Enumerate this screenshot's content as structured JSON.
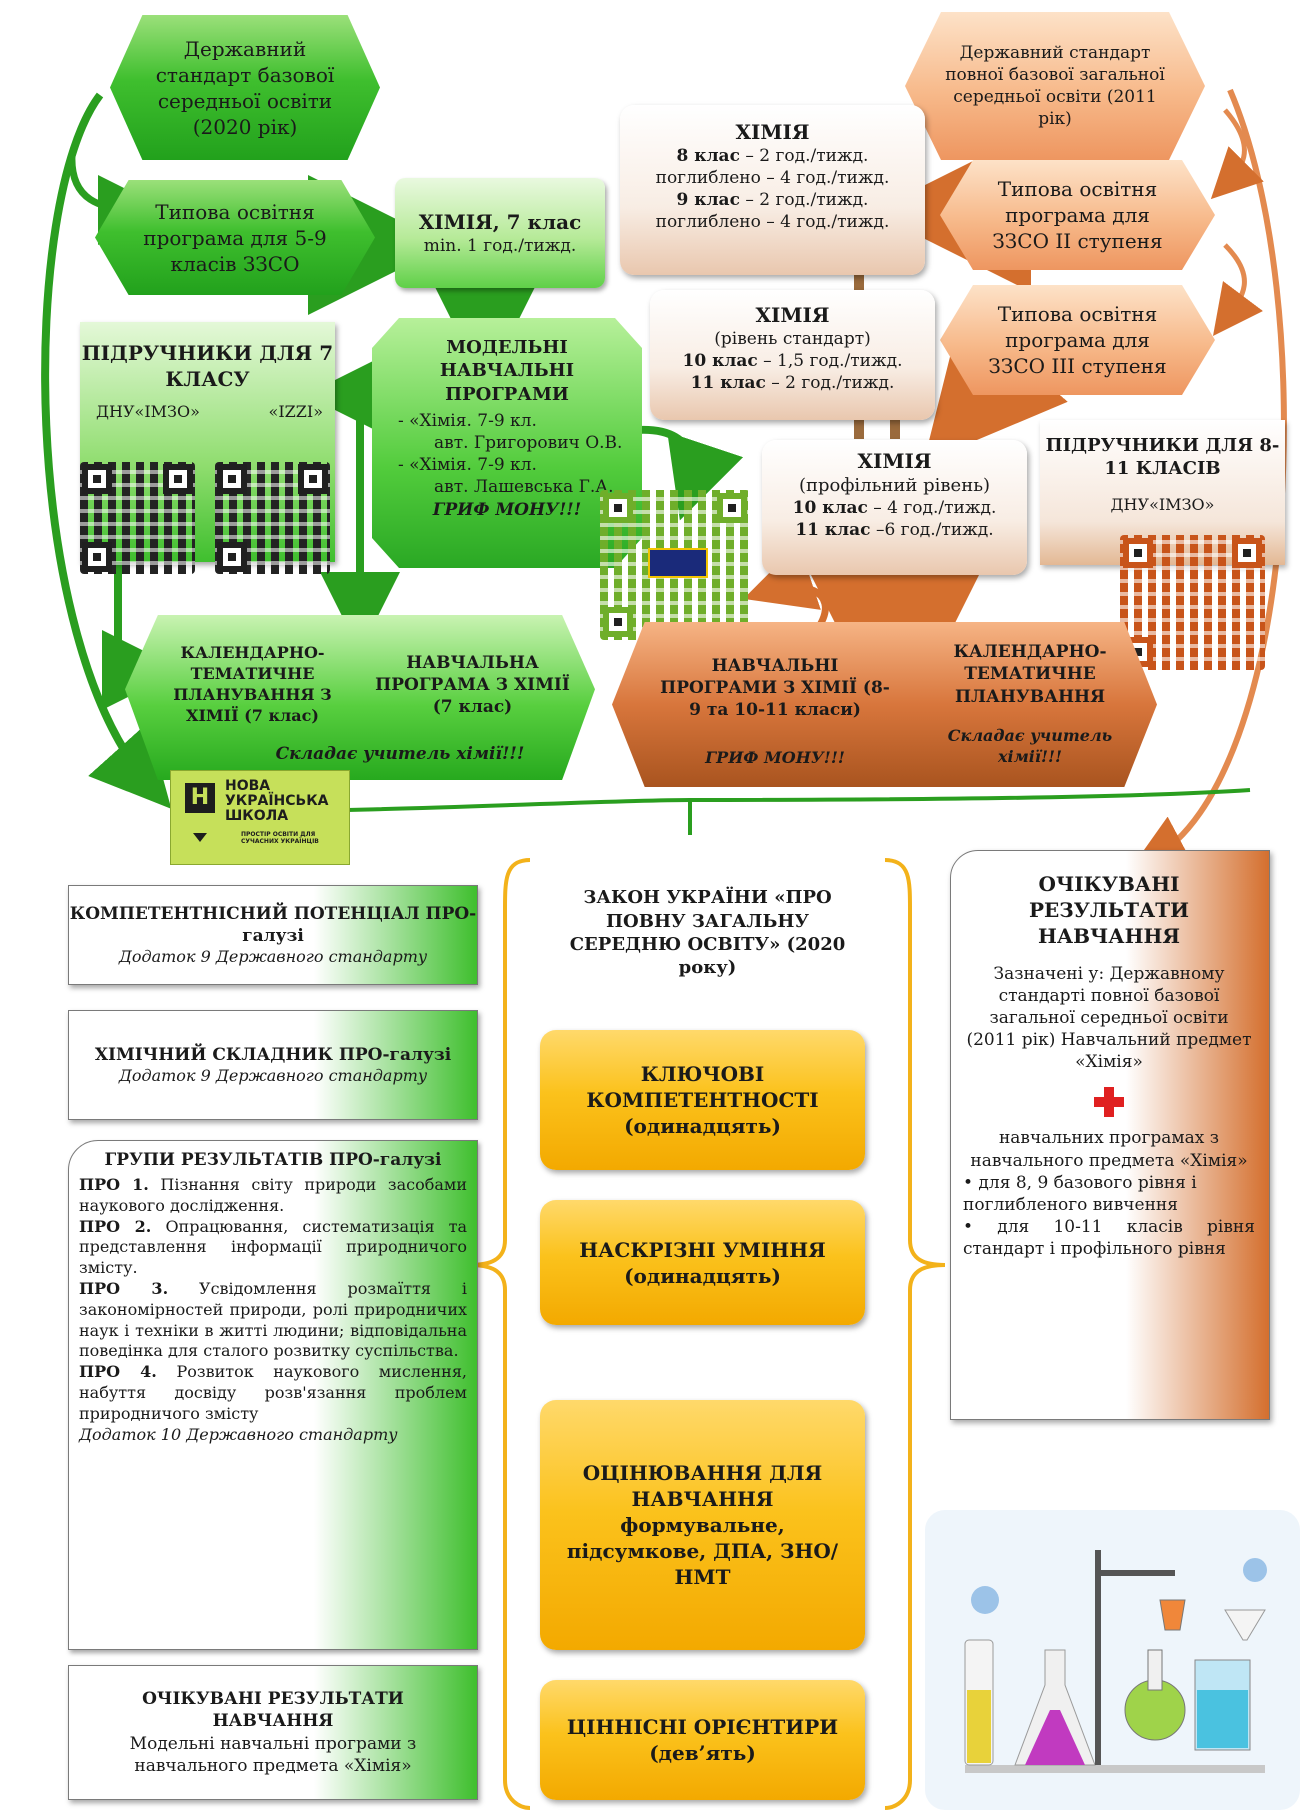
{
  "std_basic": "Державний стандарт базової середньої освіти (2020 рік)",
  "std_full": "Державний стандарт повної базової загальної середньої освіти (2011 рік)",
  "typ_5_9": "Типова освітня програма для 5-9 класів ЗЗСО",
  "typ_ii": "Типова освітня програма для ЗЗСО ІІ ступеня",
  "typ_iii": "Типова освітня програма для ЗЗСО ІІІ ступеня",
  "chem7": {
    "title": "ХІМІЯ, 7 клас",
    "hours": "min. 1 год./тижд."
  },
  "chem89": {
    "title": "ХІМІЯ",
    "lines": [
      {
        "b": "8 клас",
        "t": " – 2 год./тижд."
      },
      {
        "b": "",
        "t": "поглиблено – 4 год./тижд."
      },
      {
        "b": "9 клас",
        "t": " – 2 год./тижд."
      },
      {
        "b": "",
        "t": "поглиблено – 4 год./тижд."
      }
    ]
  },
  "chem_std": {
    "title": "ХІМІЯ",
    "level": "(рівень стандарт)",
    "lines": [
      {
        "b": "10 клас",
        "t": " – 1,5 год./тижд."
      },
      {
        "b": "11 клас",
        "t": " – 2 год./тижд."
      }
    ]
  },
  "chem_prof": {
    "title": "ХІМІЯ",
    "level": "(профільний рівень)",
    "lines": [
      {
        "b": "10 клас",
        "t": " – 4 год./тижд."
      },
      {
        "b": "11 клас",
        "t": " –6 год./тижд."
      }
    ]
  },
  "model": {
    "title": "МОДЕЛЬНІ НАВЧАЛЬНІ ПРОГРАМИ",
    "item1a": "- «Хімія. 7-9 кл.",
    "item1b": "авт. Григорович О.В.",
    "item2a": "- «Хімія. 7-9 кл.",
    "item2b": "авт. Лашевська Г.А.",
    "grif": "ГРИФ МОНУ!!!"
  },
  "books7": {
    "title": "ПІДРУЧНИКИ ДЛЯ 7 КЛАСУ",
    "pub1": "ДНУ«ІМЗО»",
    "pub2": "«IZZI»"
  },
  "books811": {
    "title": "ПІДРУЧНИКИ ДЛЯ 8-11 КЛАСІВ",
    "pub": "ДНУ«ІМЗО»"
  },
  "green_hex": {
    "ktp": "КАЛЕНДАРНО-ТЕМАТИЧНЕ ПЛАНУВАННЯ З ХІМІЇ (7 клас)",
    "prog": "НАВЧАЛЬНА ПРОГРАМА З ХІМІЇ (7 клас)",
    "teacher": "Складає учитель хімії!!!"
  },
  "orange_hex": {
    "prog": "НАВЧАЛЬНІ ПРОГРАМИ З ХІМІЇ (8-9 та 10-11 класи)",
    "grif": "ГРИФ МОНУ!!!",
    "ktp": "КАЛЕНДАРНО-ТЕМАТИЧНЕ ПЛАНУВАННЯ",
    "teacher": "Складає учитель хімії!!!"
  },
  "nus": {
    "line1": "НОВА",
    "line2": "УКРАЇНСЬКА",
    "line3": "ШКОЛА",
    "small": "ПРОСТІР ОСВІТИ ДЛЯ СУЧАСНИХ УКРАЇНЦІВ"
  },
  "law": "ЗАКОН УКРАЇНИ «ПРО ПОВНУ ЗАГАЛЬНУ СЕРЕДНЮ ОСВІТУ» (2020 року)",
  "key_comp": "КЛЮЧОВІ КОМПЕТЕНТНОСТІ (одинадцять)",
  "cross": "НАСКРІЗНІ УМІННЯ (одинадцять)",
  "assess_title": "ОЦІНЮВАННЯ ДЛЯ НАВЧАННЯ",
  "assess_items": "формувальне, підсумкове, ДПА, ЗНО/НМТ",
  "values": "ЦІННІСНІ ОРІЄНТИРИ (дев’ять)",
  "comp_pot": {
    "title": "КОМПЕТЕНТНІСНИЙ ПОТЕНЦІАЛ ПРО-галузі",
    "note": "Додаток 9 Державного стандарту"
  },
  "chem_comp": {
    "title": "ХІМІЧНИЙ СКЛАДНИК ПРО-галузі",
    "note": "Додаток 9 Державного стандарту"
  },
  "groups": {
    "title": "ГРУПИ РЕЗУЛЬТАТІВ ПРО-галузі",
    "items": [
      {
        "b": "ПРО 1.",
        "t": " Пізнання світу природи засобами наукового дослідження."
      },
      {
        "b": "ПРО 2.",
        "t": " Опрацювання, систематизація та представлення інформації природничого змісту."
      },
      {
        "b": "ПРО 3.",
        "t": " Усвідомлення розмаїття і закономірностей природи, ролі природничих наук і техніки в житті людини; відповідальна поведінка для сталого розвитку суспільства."
      },
      {
        "b": "ПРО 4.",
        "t": " Розвиток наукового мислення, набуття досвіду розв'язання проблем природничого змісту"
      }
    ],
    "note": "Додаток 10 Державного стандарту"
  },
  "expected_left": {
    "title": "ОЧІКУВАНІ РЕЗУЛЬТАТИ НАВЧАННЯ",
    "text": "Модельні навчальні програми з навчального предмета «Хімія»"
  },
  "expected_right": {
    "title": "ОЧІКУВАНІ РЕЗУЛЬТАТИ НАВЧАННЯ",
    "p1": "Зазначені у: Державному стандарті повної базової загальної середньої освіти (2011 рік) Навчальний предмет «Хімія»",
    "p2": "навчальних програмах з навчального предмета «Хімія»",
    "bullet1": "• для 8, 9 базового рівня і поглибленого вивчення",
    "bullet2": "• для 10-11 класів рівня стандарт і профільного рівня"
  },
  "colors": {
    "green": "#2fb526",
    "orange": "#d46f2e",
    "yellow": "#fbc21c",
    "red": "#e02020"
  }
}
